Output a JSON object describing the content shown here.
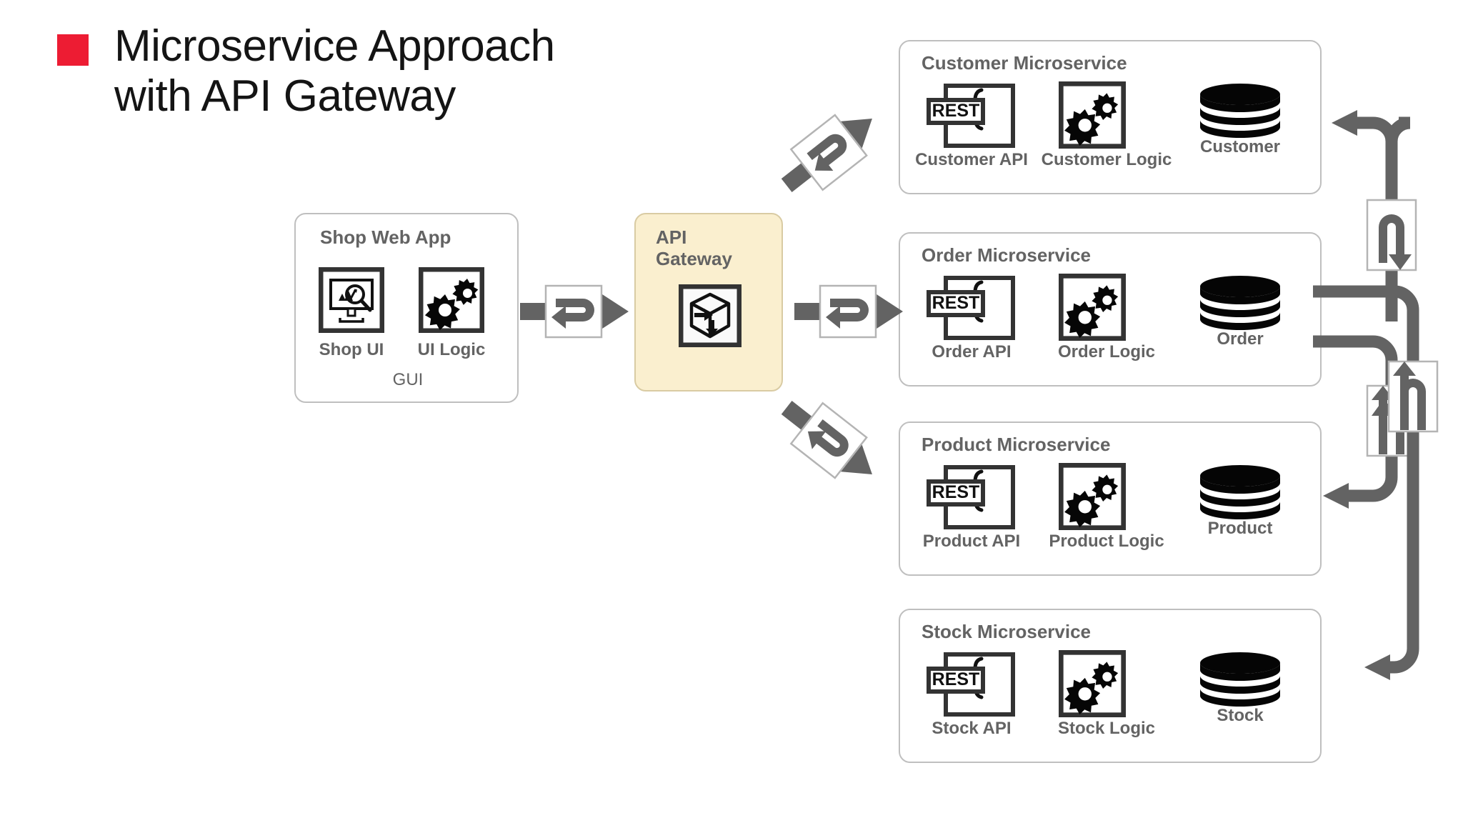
{
  "title": {
    "line1": "Microservice Approach",
    "line2": "with API Gateway",
    "marker_color": "#ED1C33",
    "text_color": "#141414"
  },
  "theme": {
    "box_border": "#BFBFBF",
    "label_gray": "#636363",
    "connector_gray": "#636363",
    "gateway_fill": "#FAEFCF",
    "icon_dark": "#333333"
  },
  "client": {
    "title": "Shop Web App",
    "caption": "GUI",
    "components": [
      {
        "label": "Shop UI",
        "icon": "monitor-search-icon"
      },
      {
        "label": "UI Logic",
        "icon": "gears-icon"
      }
    ]
  },
  "gateway": {
    "title": "API\nGateway",
    "icon": "component-cube-icon"
  },
  "microservices": [
    {
      "title": "Customer Microservice",
      "api_label": "Customer API",
      "api_badge": "REST",
      "logic_label": "Customer Logic",
      "db_label": "Customer",
      "icons": {
        "api": "rest-api-icon",
        "logic": "gears-icon",
        "db": "database-cylinder-icon"
      }
    },
    {
      "title": "Order Microservice",
      "api_label": "Order API",
      "api_badge": "REST",
      "logic_label": "Order Logic",
      "db_label": "Order",
      "icons": {
        "api": "rest-api-icon",
        "logic": "gears-icon",
        "db": "database-cylinder-icon"
      }
    },
    {
      "title": "Product Microservice",
      "api_label": "Product API",
      "api_badge": "REST",
      "logic_label": "Product Logic",
      "db_label": "Product",
      "icons": {
        "api": "rest-api-icon",
        "logic": "gears-icon",
        "db": "database-cylinder-icon"
      }
    },
    {
      "title": "Stock Microservice",
      "api_label": "Stock API",
      "api_badge": "REST",
      "logic_label": "Stock Logic",
      "db_label": "Stock",
      "icons": {
        "api": "rest-api-icon",
        "logic": "gears-icon",
        "db": "database-cylinder-icon"
      }
    }
  ],
  "connectors": [
    {
      "name": "shop-to-gateway",
      "kind": "request-response-arrow",
      "badge_icon": "u-turn-icon",
      "direction": "right"
    },
    {
      "name": "gateway-to-customer",
      "kind": "request-response-arrow",
      "badge_icon": "u-turn-icon",
      "direction": "up-right"
    },
    {
      "name": "gateway-to-order",
      "kind": "request-response-arrow",
      "badge_icon": "u-turn-icon",
      "direction": "right"
    },
    {
      "name": "gateway-to-product",
      "kind": "request-response-arrow",
      "badge_icon": "u-turn-icon",
      "direction": "down-right"
    },
    {
      "name": "order-to-customer-return",
      "kind": "routed-return-arrow",
      "badge_icon": "u-turn-icon",
      "direction": "up-left"
    },
    {
      "name": "order-to-product-return",
      "kind": "routed-return-arrow",
      "badge_icon": "u-turn-icon",
      "direction": "down-left"
    },
    {
      "name": "order-to-stock-return",
      "kind": "routed-return-arrow",
      "badge_icon": "u-turn-icon",
      "direction": "down-left"
    }
  ]
}
